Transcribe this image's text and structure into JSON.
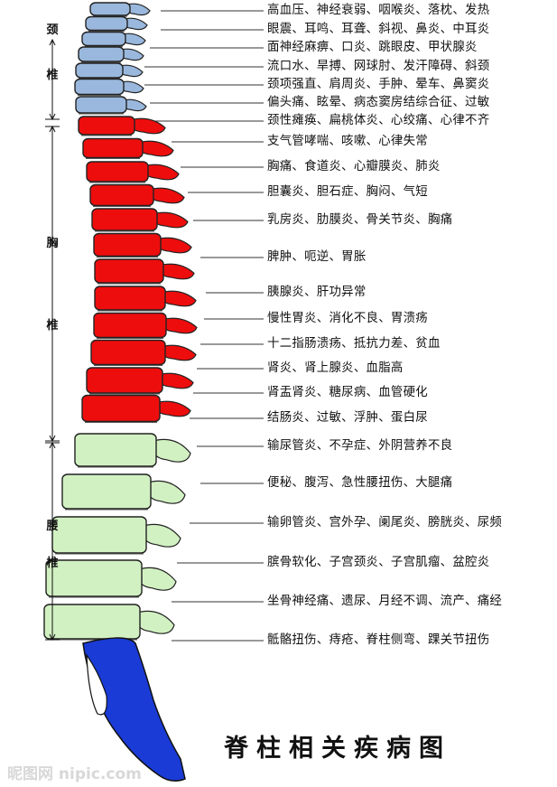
{
  "regions": [
    {
      "label_top": "颈",
      "label_bottom": "椎",
      "color": "#9ab8dd"
    },
    {
      "label_top": "胸",
      "label_bottom": "椎",
      "color": "#ee0d0d"
    },
    {
      "label_top": "腰",
      "label_bottom": "椎",
      "color": "#d2f1c2"
    }
  ],
  "sacrum_color": "#1a3bd6",
  "diseases": [
    "高血压、神经衰弱、咽喉炎、落枕、发热",
    "眼震、耳鸣、耳聋、斜视、鼻炎、中耳炎",
    "面神经麻痹、口炎、跳眼皮、甲状腺炎",
    "流口水、旱搏、网球肘、发汗障碍、斜颈",
    "颈项强直、肩周炎、手肿、晕车、鼻窦炎",
    "偏头痛、眩晕、病态窦房结综合征、过敏",
    "颈性瘫痪、扁桃体炎、心绞痛、心律不齐",
    "支气管哮喘、咳嗽、心律失常",
    "胸痛、食道炎、心瓣膜炎、肺炎",
    "胆囊炎、胆石症、胸闷、气短",
    "乳房炎、肋膜炎、骨关节炎、胸痛",
    "脾肿、呃逆、胃胀",
    "胰腺炎、肝功异常",
    "慢性胃炎、消化不良、胃溃疡",
    "十二指肠溃疡、抵抗力差、贫血",
    "肾炎、肾上腺炎、血脂高",
    "肾盂肾炎、糖尿病、血管硬化",
    "结肠炎、过敏、浮肿、蛋白尿",
    "输尿管炎、不孕症、外阴营养不良",
    "便秘、腹泻、急性腰扭伤、大腿痛",
    "输卵管炎、宫外孕、阑尾炎、膀胱炎、尿频",
    "膑骨软化、子宫颈炎、子宫肌瘤、盆腔炎",
    "坐骨神经痛、遗尿、月经不调、流产、痛经",
    "骶骼扭伤、痔疮、脊柱侧弯、踝关节扭伤"
  ],
  "title": "脊柱相关疾病图",
  "watermark": "昵图网 nipic.com"
}
